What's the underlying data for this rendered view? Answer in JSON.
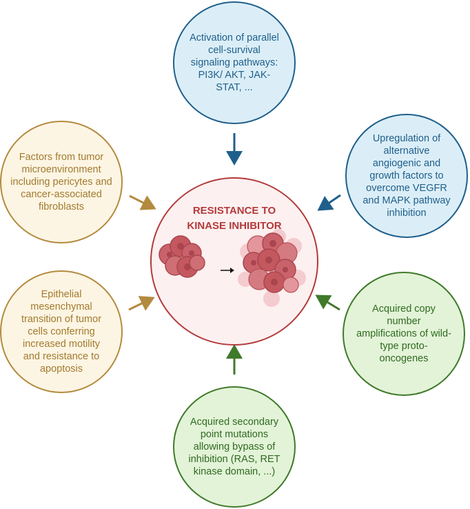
{
  "center": {
    "title_line1": "RESISTANCE TO",
    "title_line2": "KINASE INHIBITOR"
  },
  "mechanisms": {
    "top": "Activation of parallel cell-survival signaling pathways: PI3K/ AKT, JAK-STAT, ...",
    "upper_right": "Upregulation of alternative angiogenic and growth factors to overcome VEGFR and MAPK pathway inhibition",
    "upper_left": "Factors from tumor microenvironment including pericytes and cancer-associated fibroblasts",
    "lower_left": "Epithelial mesenchymal transition of tumor cells conferring increased motility and resistance to apoptosis",
    "lower_right": "Acquired copy number amplifications of wild-type proto-oncogenes",
    "bottom": "Acquired secondary point mutations allowing bypass of inhibition (RAS, RET kinase domain, ...)"
  },
  "colors": {
    "blue": "#1f5f8b",
    "tan": "#b38a3e",
    "green": "#3f7a2a",
    "center_red": "#b23a3a",
    "cell_red": "#c9626a"
  }
}
